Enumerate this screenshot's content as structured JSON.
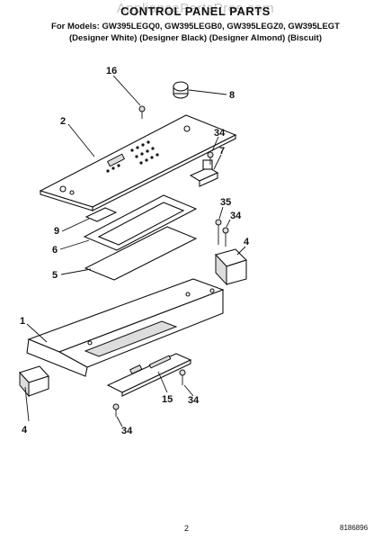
{
  "header": {
    "watermark": "AppliancePartsPros.com",
    "title": "CONTROL PANEL PARTS",
    "models": "For Models: GW395LEGQ0, GW395LEGB0, GW395LEGZ0, GW395LEGT",
    "colors": "(Designer White) (Designer Black) (Designer Almond) (Biscuit)"
  },
  "callouts": {
    "c16": "16",
    "c8": "8",
    "c2": "2",
    "c34a": "34",
    "c7": "7",
    "c9": "9",
    "c35": "35",
    "c34b": "34",
    "c6": "6",
    "c4a": "4",
    "c5": "5",
    "c1": "1",
    "c4b": "4",
    "c15": "15",
    "c34c": "34",
    "c34d": "34"
  },
  "footer": {
    "page_number": "2",
    "reference_number": "8186896"
  }
}
